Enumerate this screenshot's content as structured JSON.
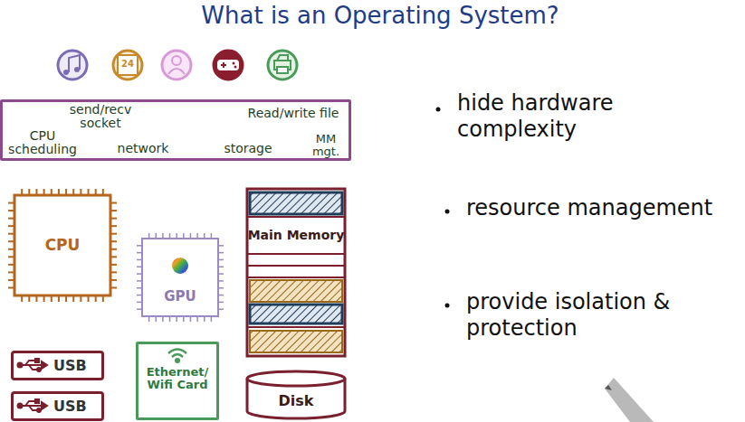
{
  "diagram": {
    "title": "What is an Operating System?",
    "nodes": [
      {
        "text": [
          "send/recv socket",
          "Read/write file",
          "CPU scheduling",
          "network",
          "storage",
          "MM mgt."
        ]
      },
      {
        "text": [
          "CPU"
        ]
      },
      {
        "text": [
          "GPU"
        ]
      },
      {
        "text": [
          "Main Memory"
        ]
      },
      {
        "text": [
          "USB"
        ]
      },
      {
        "text": [
          "Ethernet/ Wifi Card"
        ]
      },
      {
        "text": [
          "USB"
        ]
      },
      {
        "text": [
          "Disk"
        ]
      }
    ],
    "labels": [
      "24",
      "hide hardware complexity",
      "resource management",
      "provide isolation & protection"
    ]
  }
}
